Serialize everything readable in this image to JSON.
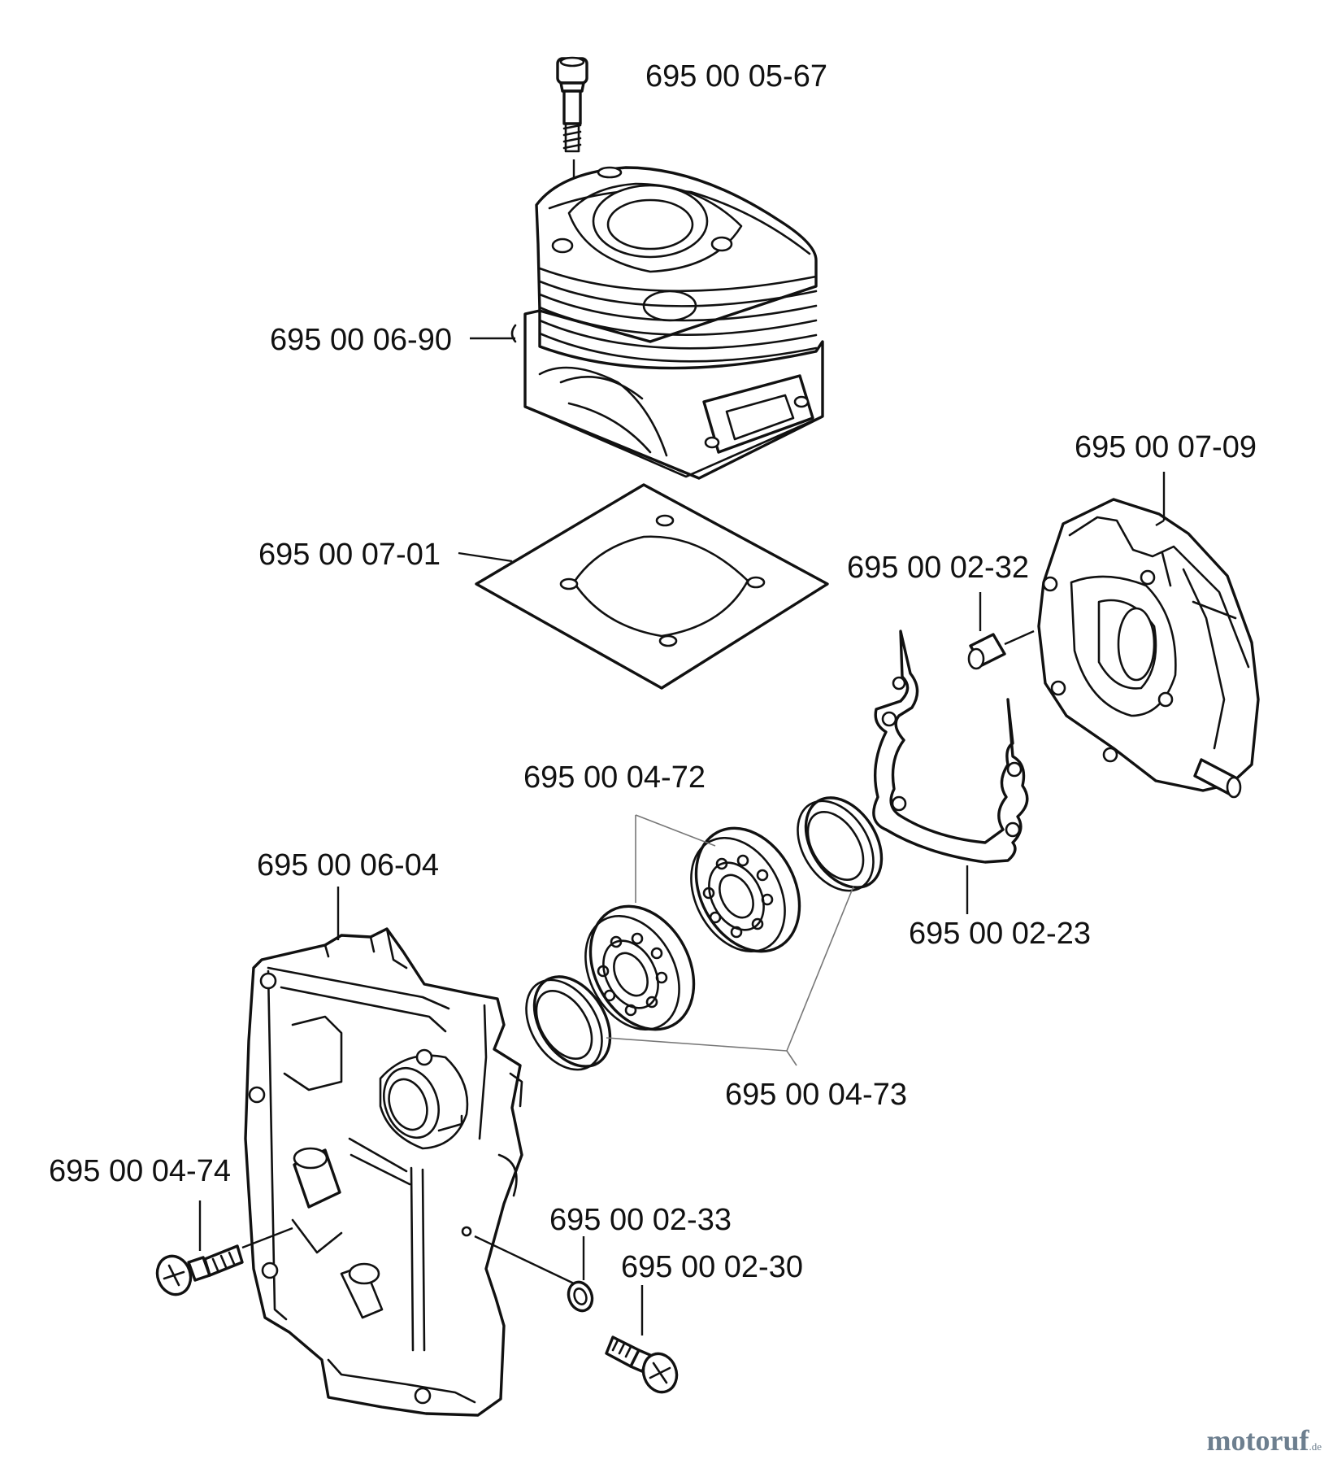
{
  "diagram": {
    "parts": [
      {
        "id": "bolt-top",
        "number": "695 00 05-67"
      },
      {
        "id": "cylinder",
        "number": "695 00 06-90"
      },
      {
        "id": "base-gasket",
        "number": "695 00 07-01"
      },
      {
        "id": "crankcase-right",
        "number": "695 00 07-09"
      },
      {
        "id": "guide-pin",
        "number": "695 00 02-32"
      },
      {
        "id": "bearings",
        "number": "695 00 04-72"
      },
      {
        "id": "crankcase-gasket",
        "number": "695 00 02-23"
      },
      {
        "id": "crankcase-left",
        "number": "695 00 06-04"
      },
      {
        "id": "seals",
        "number": "695 00 04-73"
      },
      {
        "id": "screw-left",
        "number": "695 00 04-74"
      },
      {
        "id": "washer",
        "number": "695 00 02-33"
      },
      {
        "id": "screw-bottom",
        "number": "695 00 02-30"
      }
    ]
  },
  "watermark": {
    "brand": "motoruf",
    "suffix": ".de"
  }
}
